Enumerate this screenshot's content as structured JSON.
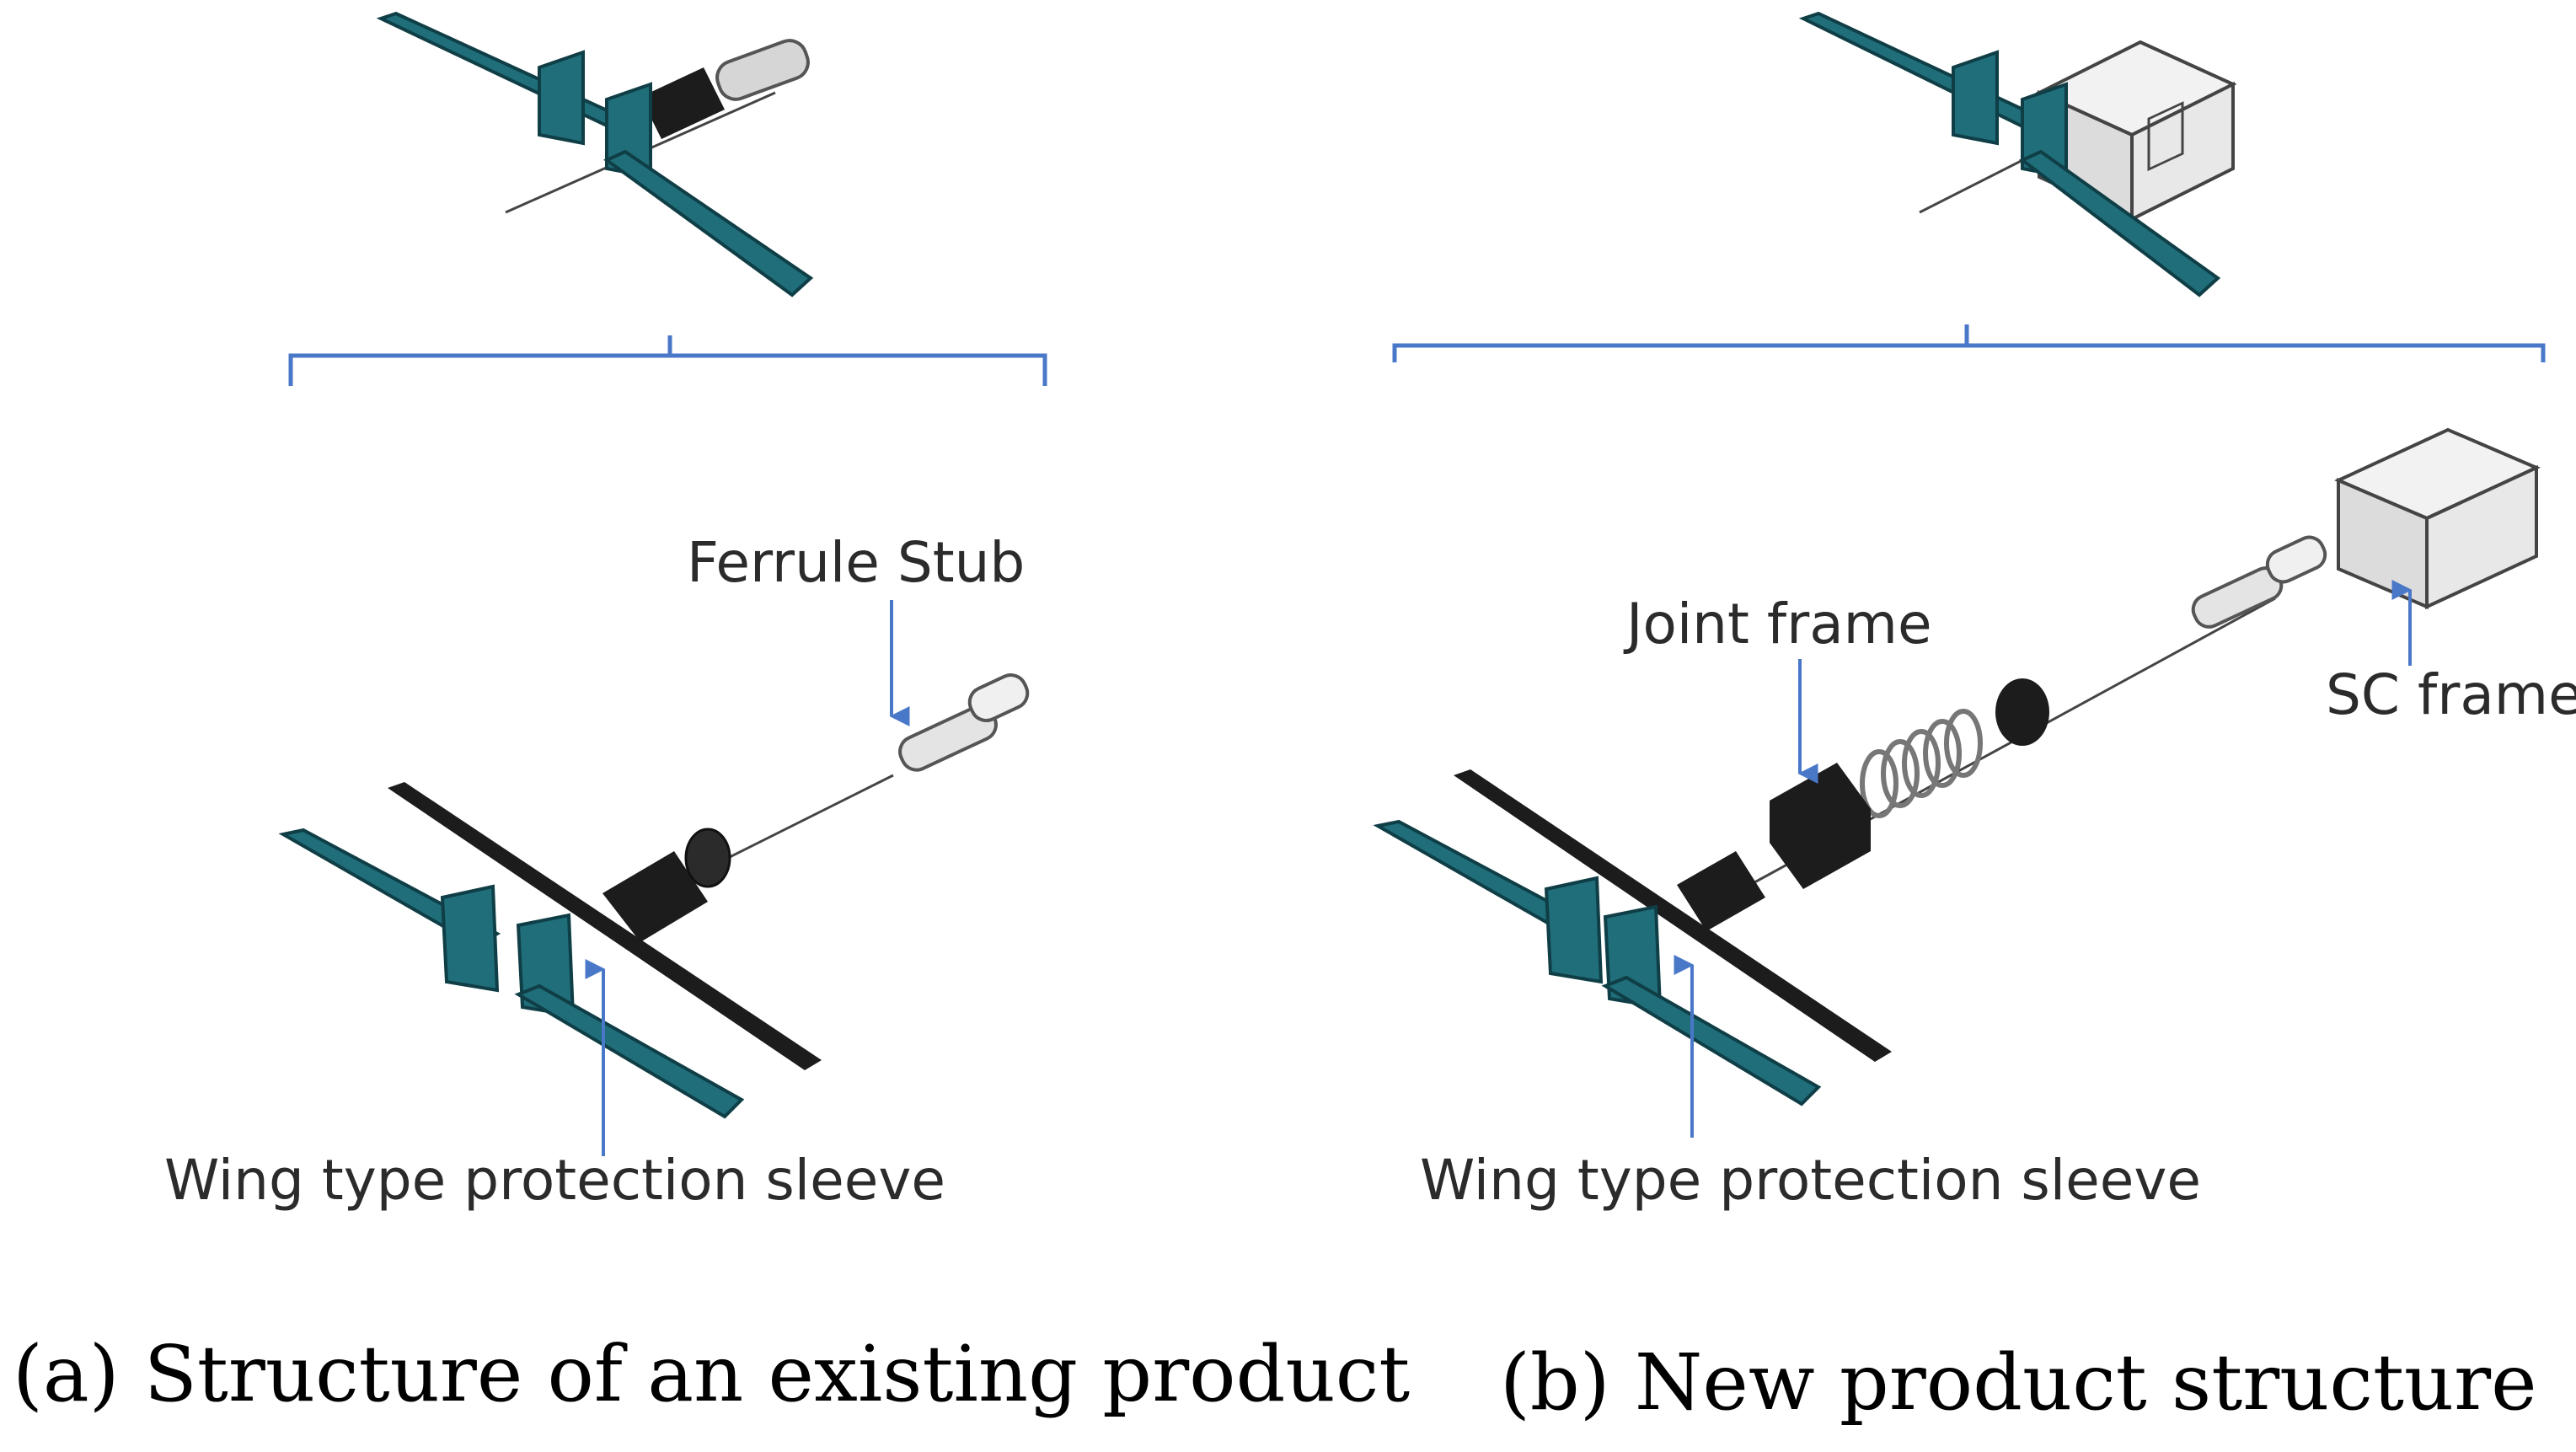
{
  "colors": {
    "teal": "#1f6e7a",
    "teal_edge": "#0f3e46",
    "dark_part": "#1c1c1c",
    "grey_part": "#bdbdbd",
    "light_part": "#ececec",
    "bracket": "#4a78c8",
    "arrow": "#4a78c8"
  },
  "panel_a": {
    "labels": {
      "ferrule_stub": "Ferrule Stub",
      "sleeve": "Wing type protection sleeve"
    },
    "caption": "(a) Structure of an existing product"
  },
  "panel_b": {
    "labels": {
      "joint_frame": "Joint frame",
      "sc_frame": "SC frame",
      "sleeve": "Wing type protection sleeve"
    },
    "caption": "(b) New product structure"
  }
}
